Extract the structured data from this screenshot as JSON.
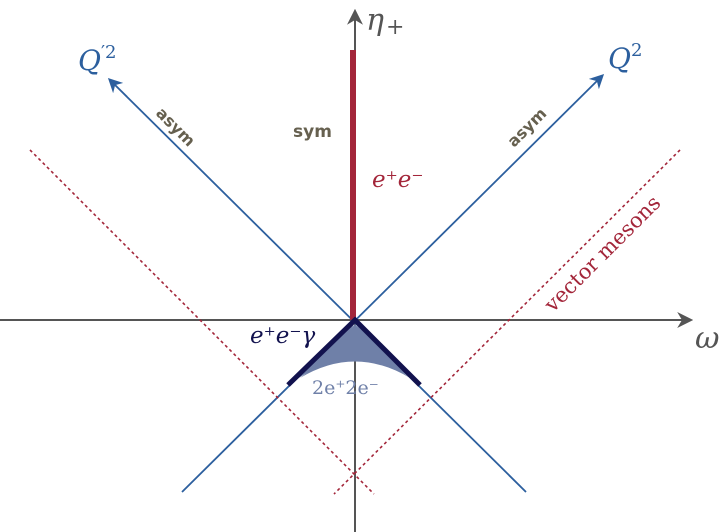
{
  "colors": {
    "axis": "#555555",
    "blue_line": "#2c5f9e",
    "red_bar": "#a3263a",
    "dotted": "#a3263a",
    "navy": "#12124e",
    "shade": "#6f80a8",
    "gray_text": "#66604f"
  },
  "axes": {
    "eta_label_main": "η",
    "eta_label_sub": "+",
    "omega_label": "ω",
    "q2_label_main": "Q",
    "q2_label_sup": "2",
    "qprime2_label_main": "Q",
    "qprime2_label_sup": "′2"
  },
  "labels": {
    "asym_left": "asym",
    "asym_right": "asym",
    "sym": "sym",
    "ee": "e⁺e⁻",
    "eegamma": "e⁺e⁻γ",
    "two_e": "2e⁺2e⁻",
    "vector_mesons": "vector mesons"
  }
}
